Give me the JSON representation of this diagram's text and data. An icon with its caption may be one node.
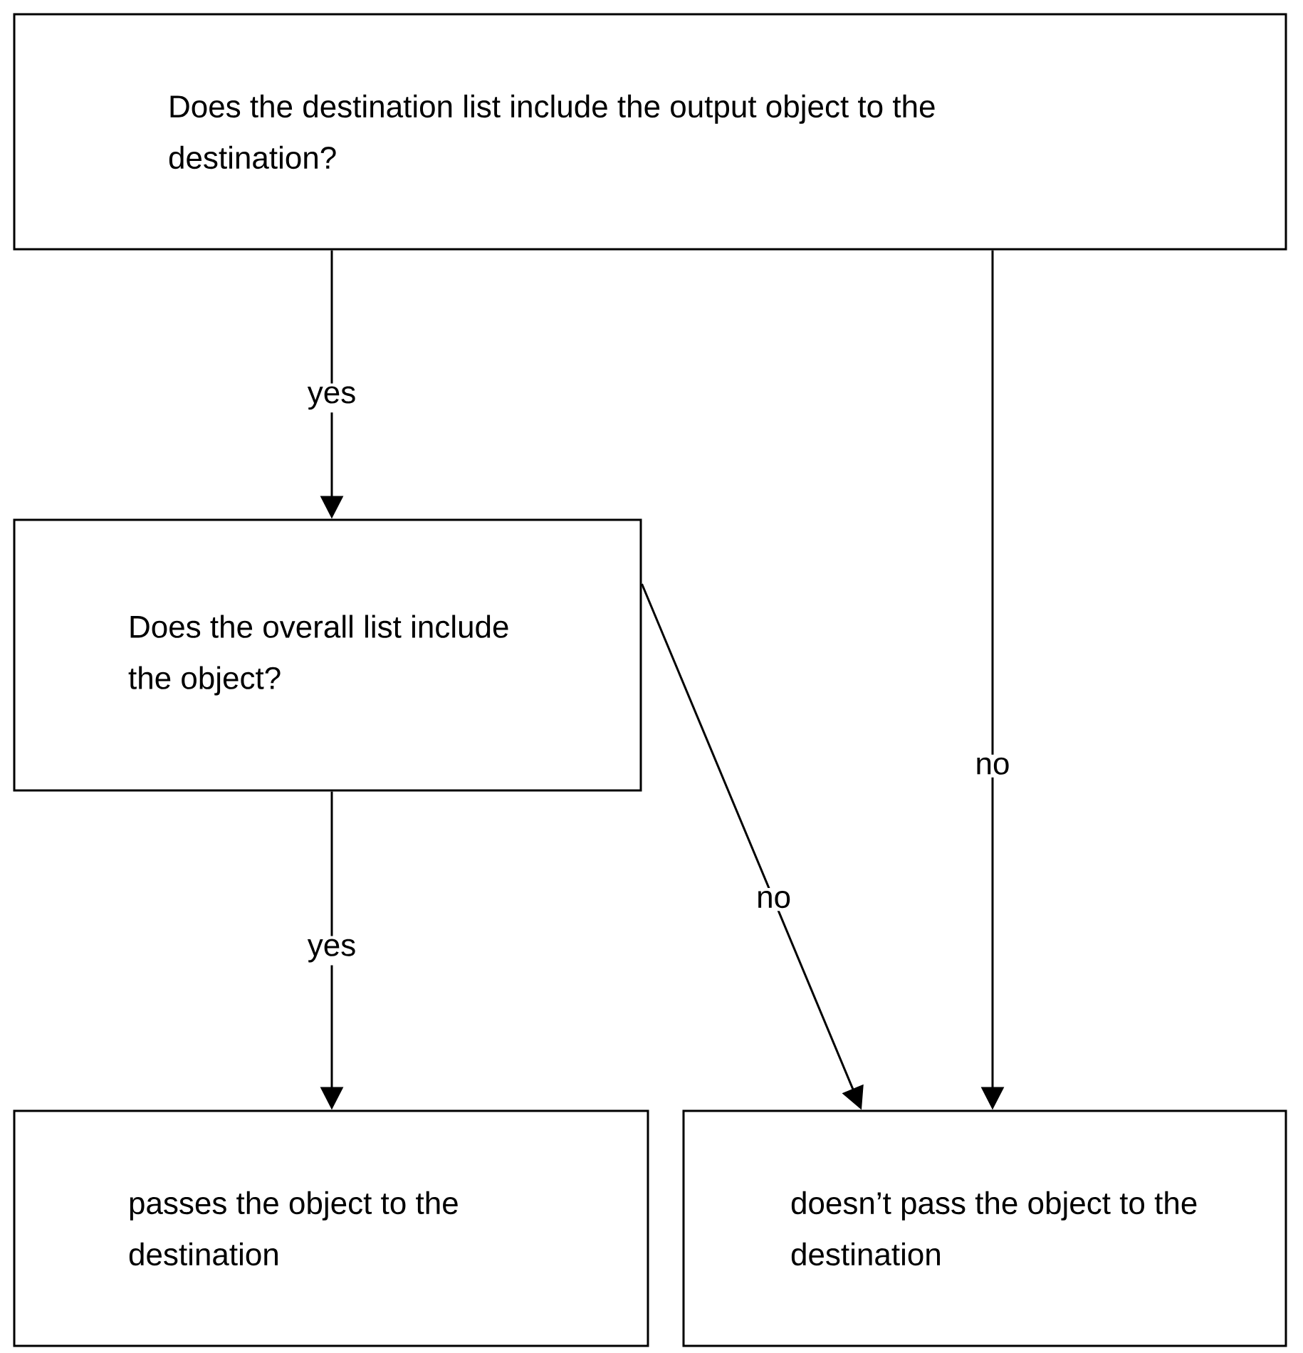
{
  "diagram": {
    "nodes": [
      {
        "text": [
          "Does the destination list include the output object to the destination?"
        ]
      },
      {
        "text": [
          "Does the overall list include the object?"
        ]
      },
      {
        "text": [
          "passes the object to the destination"
        ]
      },
      {
        "text": [
          "doesn’t pass the object to the destination"
        ]
      }
    ],
    "edges": [
      {
        "from": 0,
        "to": 1,
        "arrow": "to",
        "label": "yes"
      },
      {
        "from": 0,
        "to": 3,
        "arrow": "to",
        "label": "no"
      },
      {
        "from": 1,
        "to": 2,
        "arrow": "to",
        "label": "yes"
      },
      {
        "from": 1,
        "to": 3,
        "arrow": "to",
        "label": "no"
      }
    ]
  }
}
